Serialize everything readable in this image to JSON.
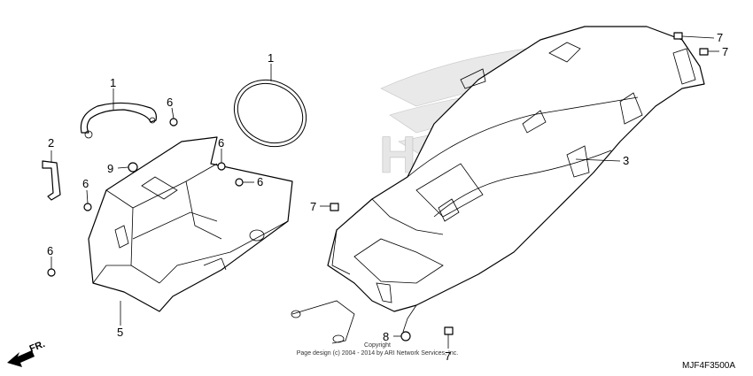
{
  "callouts": {
    "c1a": "1",
    "c1b": "1",
    "c2": "2",
    "c3": "3",
    "c5": "5",
    "c6a": "6",
    "c6b": "6",
    "c6c": "6",
    "c6d": "6",
    "c6e": "6",
    "c7a": "7",
    "c7b": "7",
    "c7c": "7",
    "c7d": "7",
    "c8": "8",
    "c9": "9"
  },
  "direction_label": "FR.",
  "watermark_text": "HONDA",
  "copyright_line1": "Copyright",
  "copyright_line2": "Page design (c) 2004 - 2014 by ARI Network Services, Inc.",
  "diagram_code": "MJF4F3500A"
}
